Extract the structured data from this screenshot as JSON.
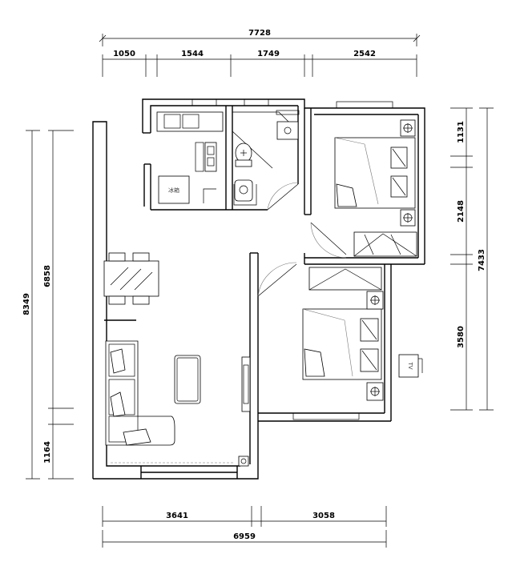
{
  "dimensions": {
    "top_total": "7728",
    "top_segments": [
      "1050",
      "1544",
      "1749",
      "2542"
    ],
    "left_total": "8349",
    "left_upper": "6858",
    "left_lower": "1164",
    "right_total": "7433",
    "right_segments": [
      "1131",
      "2148",
      "3580"
    ],
    "bottom_total": "6959",
    "bottom_segments": [
      "3641",
      "3058"
    ]
  },
  "appliance_labels": {
    "fridge": "冰箱",
    "tv": "TV"
  }
}
